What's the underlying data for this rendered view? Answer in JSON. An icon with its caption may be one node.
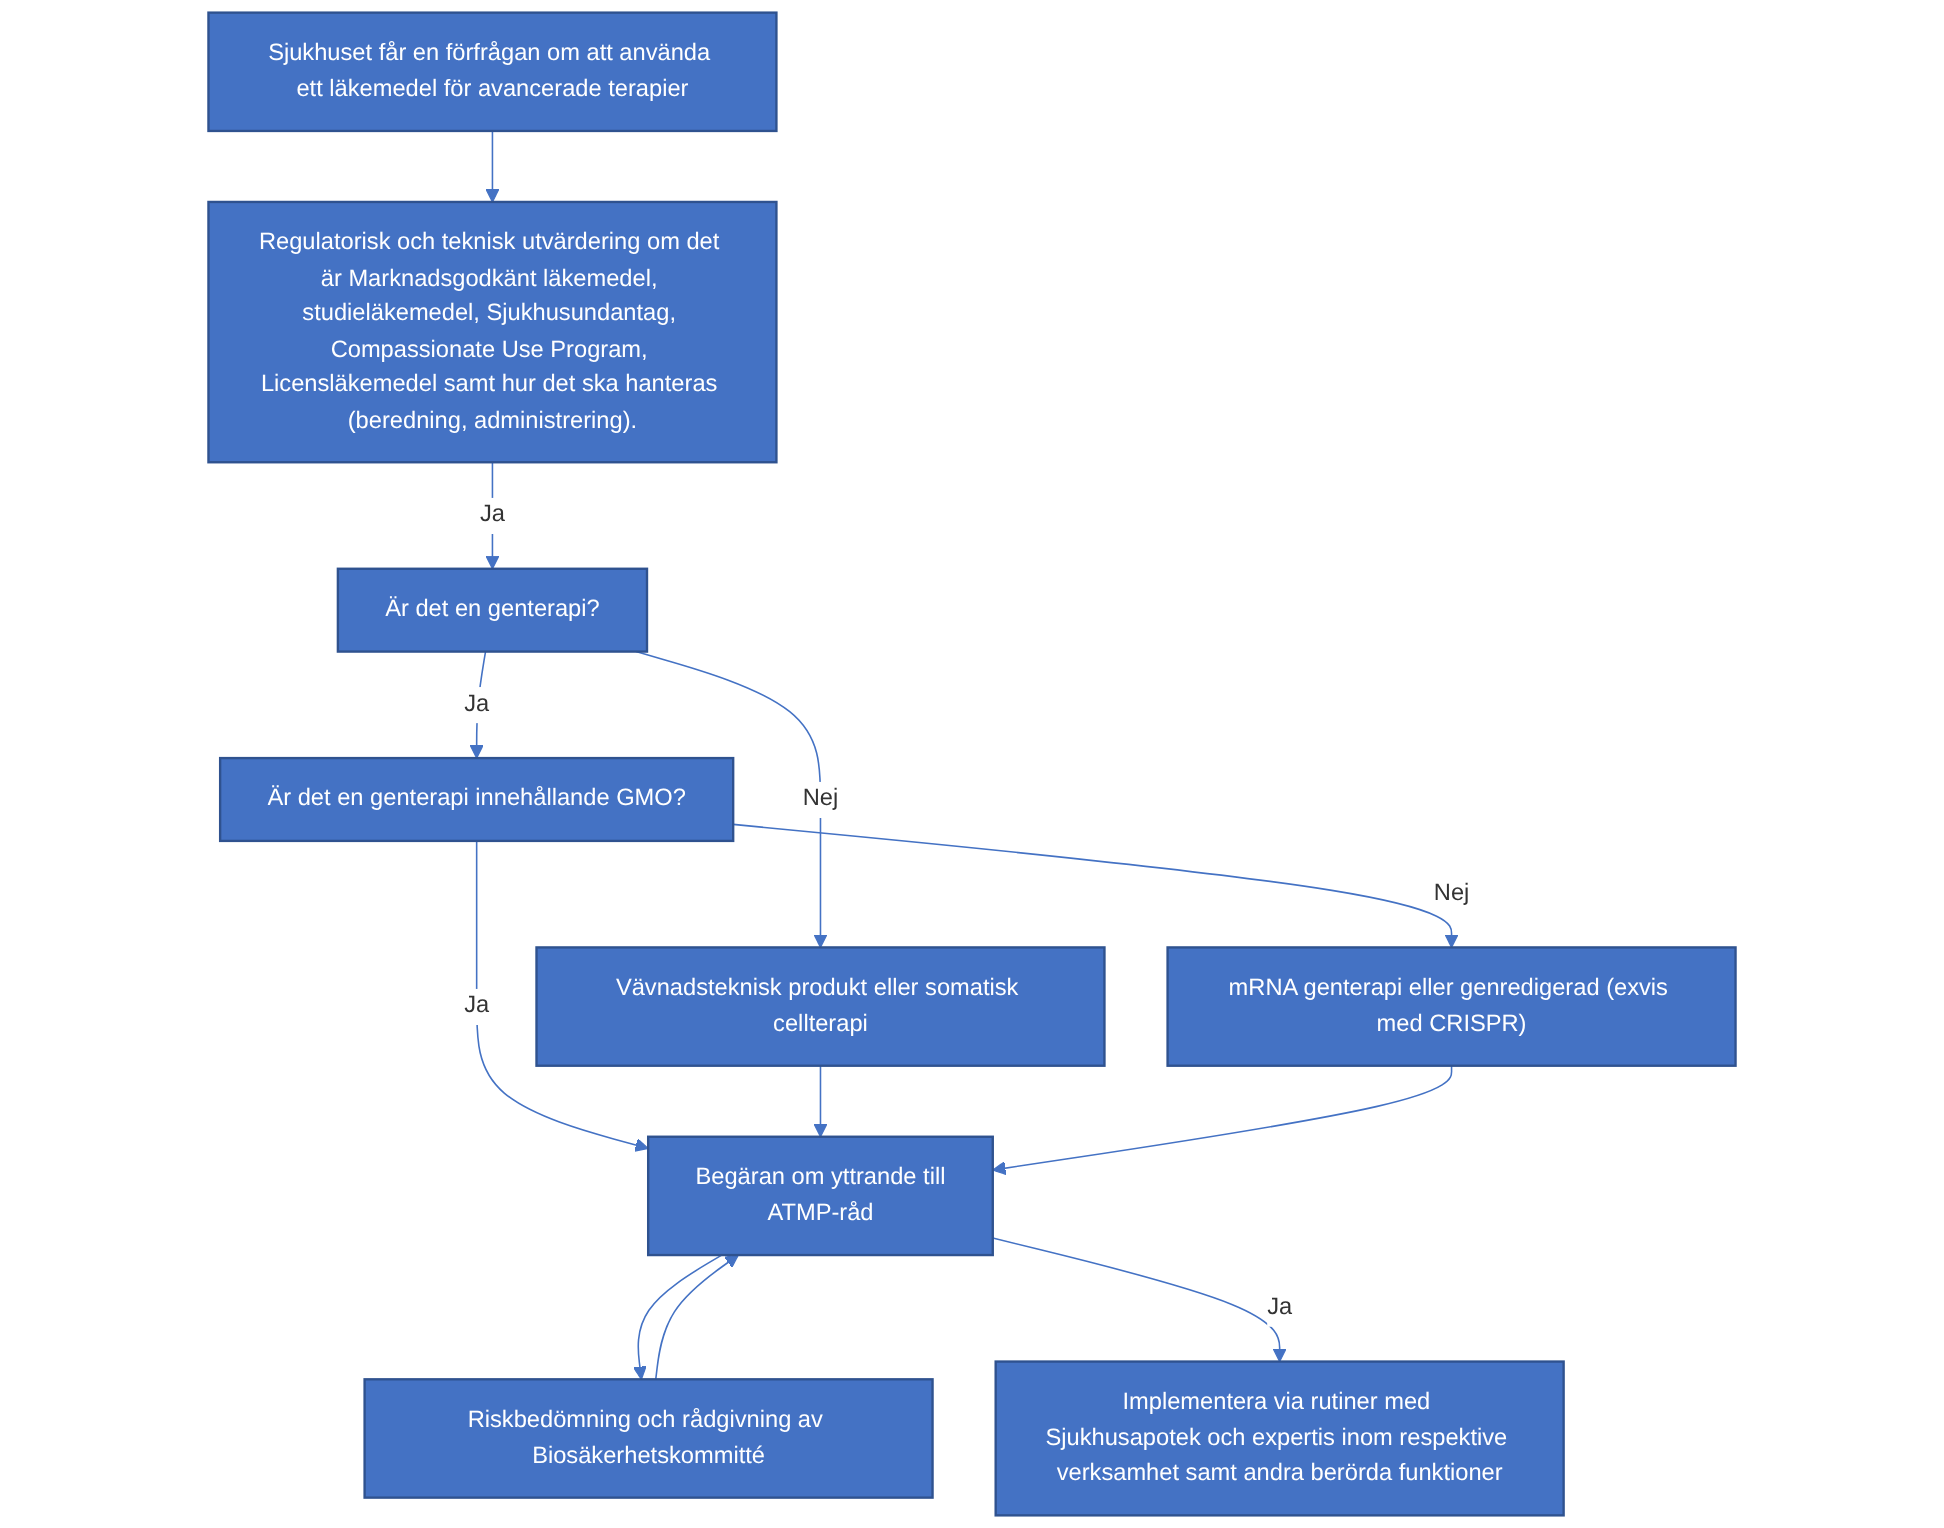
{
  "diagram": {
    "nodes": [
      {
        "text": [
          "Sjukhuset får en förfrågan om att använda ett läkemedel för avancerade terapier"
        ]
      },
      {
        "text": [
          "Regulatorisk och teknisk utvärdering om det är Marknadsgodkänt läkemedel, studieläkemedel, Sjukhusundantag, Compassionate Use Program, Licensläkemedel samt hur det ska hanteras (beredning, administrering)."
        ]
      },
      {
        "text": [
          "Vävnadsteknisk produkt eller somatisk cellterapi"
        ]
      },
      {
        "text": [
          "Är det en genterapi?"
        ]
      },
      {
        "text": [
          "Är det en genterapi innehållande GMO?"
        ]
      },
      {
        "text": [
          "mRNA genterapi eller genredigerad (exvis med CRISPR)"
        ]
      },
      {
        "text": [
          "Riskbedömning och rådgivning av Biosäkerhetskommitté"
        ]
      },
      {
        "text": [
          "Begäran om yttrande till",
          "ATMP-råd"
        ]
      },
      {
        "text": [
          "Implementera via rutiner med Sjukhusapotek och expertis inom respektive verksamhet samt andra berörda funktioner"
        ]
      }
    ],
    "edges": [
      {
        "from": 0,
        "to": 1,
        "arrow": "to"
      },
      {
        "from": 1,
        "to": 3,
        "arrow": "to",
        "label": "Ja"
      },
      {
        "from": 3,
        "to": 2,
        "arrow": "to",
        "label": "Nej"
      },
      {
        "from": 3,
        "to": 4,
        "arrow": "to",
        "label": "Ja"
      },
      {
        "from": 4,
        "to": 5,
        "arrow": "to",
        "label": "Nej"
      },
      {
        "from": 4,
        "to": 7,
        "arrow": "to",
        "label": "Ja"
      },
      {
        "from": 7,
        "to": 6,
        "arrow": "to"
      },
      {
        "from": 6,
        "to": 7,
        "arrow": "to"
      },
      {
        "from": 2,
        "to": 7,
        "arrow": "to"
      },
      {
        "from": 5,
        "to": 7,
        "arrow": "to"
      },
      {
        "from": 7,
        "to": 8,
        "arrow": "to",
        "label": "Ja"
      }
    ]
  }
}
